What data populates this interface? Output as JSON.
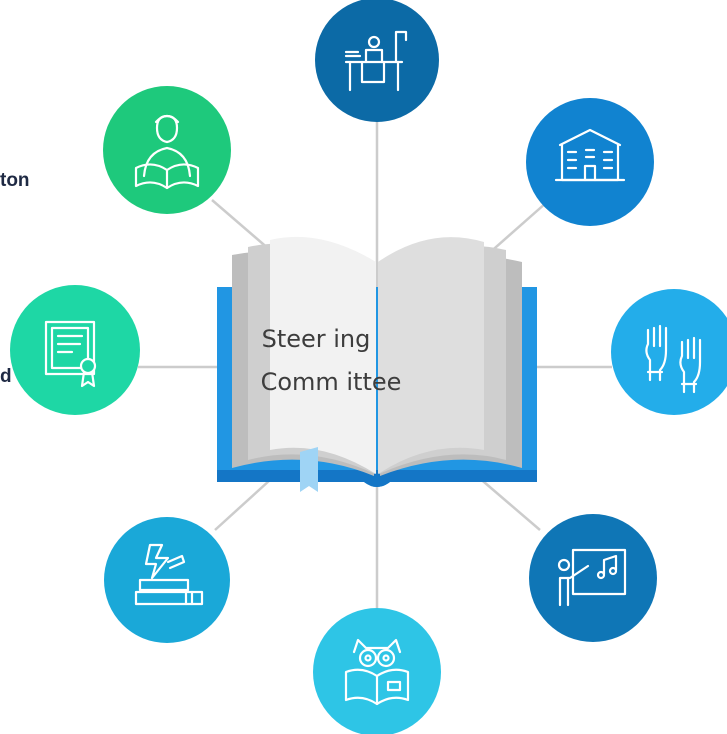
{
  "center": {
    "title_line1": "Steer ing",
    "title_line2": "Comm ittee"
  },
  "clipped_left_text": {
    "line1": "ton",
    "line2": "d"
  },
  "colors": {
    "spoke_line": "#cccccc",
    "book_cover": "#2196e3",
    "book_cover_shadow": "#1476c6",
    "bookmark": "#9fd4f5",
    "page_light": "#f2f2f2",
    "page_mid": "#dedede",
    "page_dark": "#bdbdbd",
    "icon_stroke": "#ffffff"
  },
  "nodes": [
    {
      "id": "desk-lamp",
      "icon": "desk-lamp-study-icon",
      "color": "#0c6aa6"
    },
    {
      "id": "school-building",
      "icon": "school-building-icon",
      "color": "#1183d0"
    },
    {
      "id": "raised-hands",
      "icon": "raised-hands-icon",
      "color": "#23adea"
    },
    {
      "id": "music-teacher",
      "icon": "music-teacher-board-icon",
      "color": "#0f76b6"
    },
    {
      "id": "owl-reading",
      "icon": "owl-reading-book-icon",
      "color": "#2ec5e6"
    },
    {
      "id": "books-lightning",
      "icon": "books-lightning-icon",
      "color": "#1aa8d8"
    },
    {
      "id": "certificate",
      "icon": "certificate-diploma-icon",
      "color": "#1ed7a5"
    },
    {
      "id": "reading-person",
      "icon": "person-reading-icon",
      "color": "#1ec97c"
    }
  ]
}
